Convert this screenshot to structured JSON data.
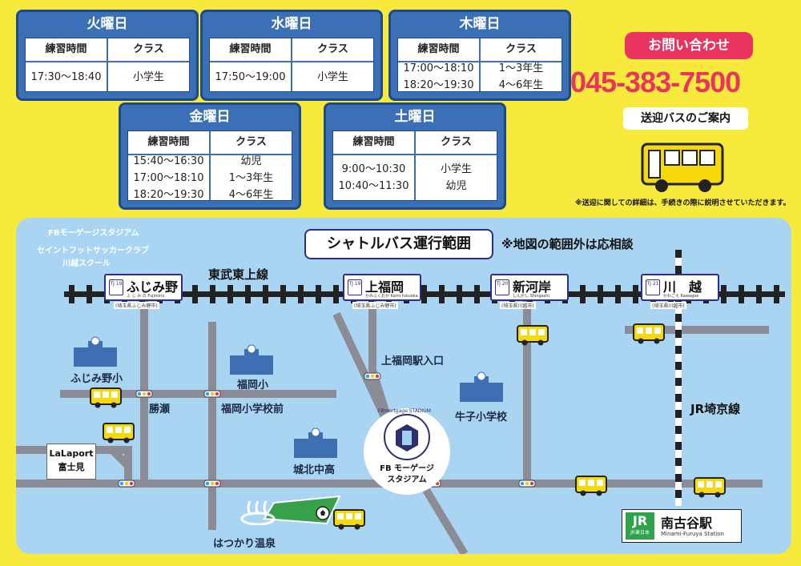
{
  "schedules": [
    {
      "day": "火曜日",
      "header_time": "練習時間",
      "header_class": "クラス",
      "times": [
        "17:30～18:40"
      ],
      "classes": [
        "小学生"
      ]
    },
    {
      "day": "水曜日",
      "header_time": "練習時間",
      "header_class": "クラス",
      "times": [
        "17:50～19:00"
      ],
      "classes": [
        "小学生"
      ]
    },
    {
      "day": "木曜日",
      "header_time": "練習時間",
      "header_class": "クラス",
      "times": [
        "17:00～18:10",
        "18:20～19:30"
      ],
      "classes": [
        "1～3年生",
        "4～6年生"
      ]
    },
    {
      "day": "金曜日",
      "header_time": "練習時間",
      "header_class": "クラス",
      "times": [
        "15:40～16:30",
        "17:00～18:10",
        "18:20～19:30"
      ],
      "classes": [
        "幼児",
        "1～3年生",
        "4～6年生"
      ]
    },
    {
      "day": "土曜日",
      "header_time": "練習時間",
      "header_class": "クラス",
      "times": [
        "9:00～10:30",
        "10:40～11:30"
      ],
      "classes": [
        "小学生",
        "幼児"
      ]
    }
  ],
  "contact": {
    "label": "お問い合わせ",
    "phone": "045-383-7500"
  },
  "bus_guide": {
    "label": "送迎バスのご案内",
    "note": "※送迎に関しての詳細は、手続きの際に説明させていただきます。"
  },
  "colors": {
    "background": "#f7ea3c",
    "schedule_blue": "#3b6fb6",
    "accent_pink": "#e8345f",
    "map_water": "#a9d4f2",
    "bus_yellow": "#f5d90a"
  },
  "map": {
    "title": "シャトルバス運行範囲",
    "note": "※地図の範囲外は応相談",
    "org_lines": [
      "FBモーゲージスタジアム",
      "セイントフットサッカークラブ",
      "川越スクール"
    ],
    "railway_tobu": "東武東上線",
    "railway_jr": "JR埼京線",
    "stations": [
      {
        "code": "TJ 19",
        "name": "ふじみ野",
        "reading": "ふ じ み の Fujimino",
        "place": "(埼玉県ふじみ野市)"
      },
      {
        "code": "TJ 19",
        "name": "上福岡",
        "reading": "かみふくおか Kami-fukuoka",
        "place": "(埼玉県ふじみ野市)"
      },
      {
        "code": "TJ 20",
        "name": "新河岸",
        "reading": "しんがし Shingashi",
        "place": "(埼玉県川越市)"
      },
      {
        "code": "TJ 21",
        "name": "川　越",
        "reading": "かわごえ Kawagoe",
        "place": "(埼玉県川越市)"
      }
    ],
    "places": {
      "fujimino_elem": "ふじみ野小",
      "katsuse": "勝瀬",
      "fukuoka_elem": "福岡小",
      "fukuoka_elem_front": "福岡小学校前",
      "kamifukuoka_entrance": "上福岡駅入口",
      "ushiko_elem": "牛子小学校",
      "johoku_jhs": "城北中高",
      "lalaport_1": "LaLaport",
      "lalaport_2": "富士見",
      "hatsukari": "はつかり温泉",
      "stadium_1": "FB モーゲージ",
      "stadium_2": "スタジアム",
      "stadium_ring": "FBmortgage STADIUM",
      "minamifuruya": "南古谷駅",
      "minamifuruya_en": "Minami-Furuya Station",
      "jr_logo": "JR",
      "jr_sub": "JR東日本"
    }
  }
}
